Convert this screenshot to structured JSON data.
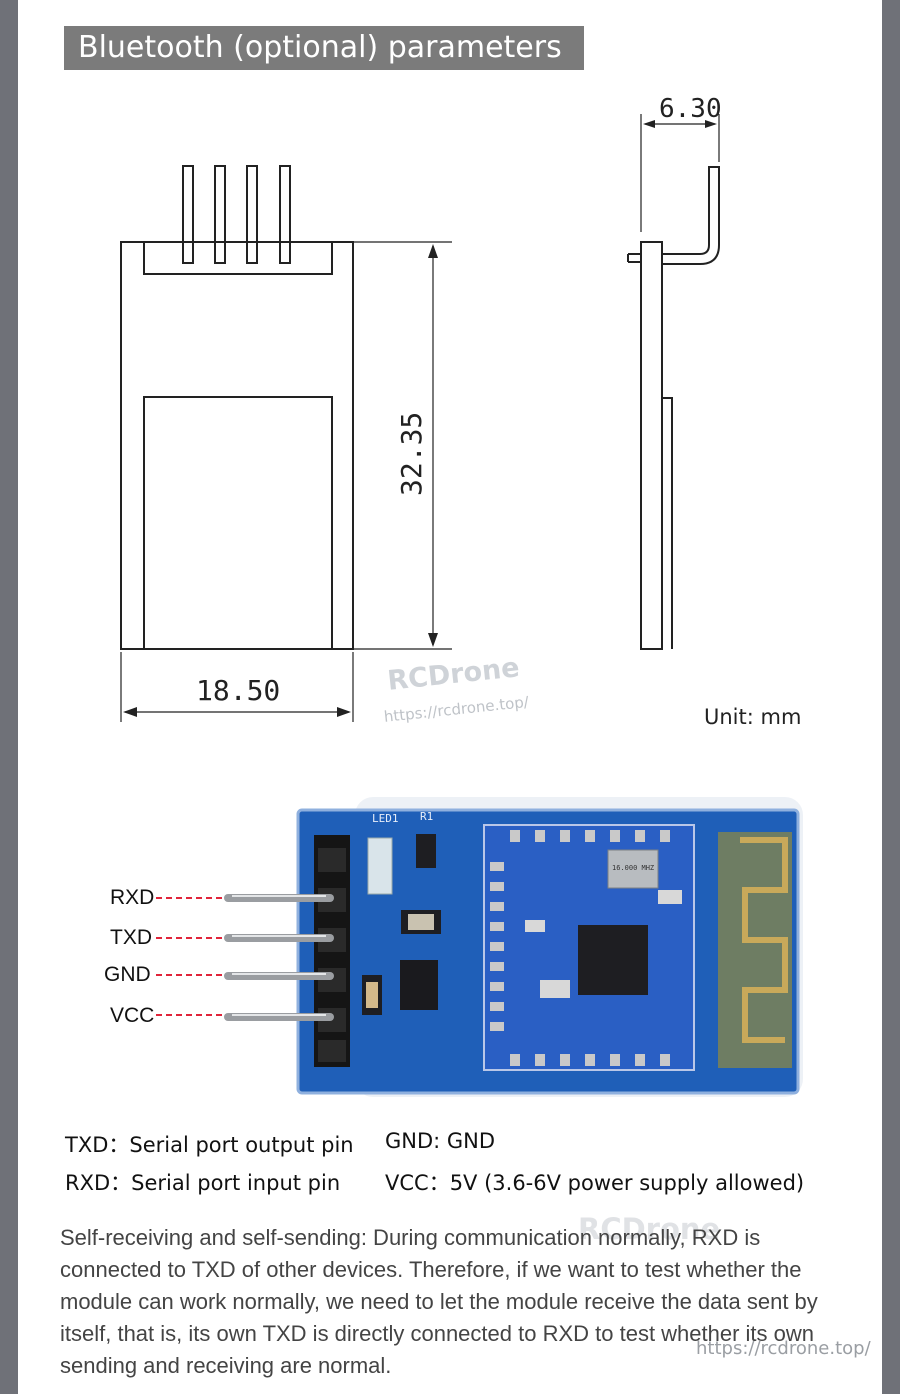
{
  "header": {
    "title": "Bluetooth (optional) parameters"
  },
  "dimensions": {
    "width": "18.50",
    "height": "32.35",
    "thickness": "6.30",
    "unit": "Unit: mm"
  },
  "watermark": {
    "brand": "RCDrone",
    "url": "https://rcdrone.top/"
  },
  "board": {
    "silkscreen_led": "LED1",
    "silkscreen_r": "R1",
    "crystal": "16.000 MHZ",
    "pins": [
      "RXD",
      "TXD",
      "GND",
      "VCC"
    ]
  },
  "specs": {
    "txd": "TXD：Serial port output pin",
    "rxd": "RXD：Serial port input pin",
    "gnd": "GND: GND",
    "vcc": "VCC：5V (3.6-6V power supply allowed)"
  },
  "description": "Self-receiving and self-sending: During communication normally, RXD is connected to TXD of other devices. Therefore, if we want to test whether the module can work normally, we need to let the module receive the data sent by itself, that is, its own TXD is directly connected to RXD to test whether its own sending and receiving are normal.",
  "colors": {
    "pcb_blue": "#1f5fb8",
    "title_bg": "#7b7b7b",
    "pin_dash": "#e0243a"
  }
}
